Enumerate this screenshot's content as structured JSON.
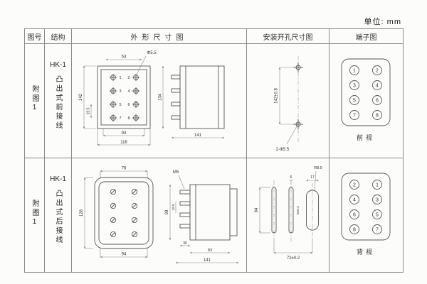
{
  "unit_label": "单位: mm",
  "headers": [
    "图号",
    "结构",
    "外形尺寸图",
    "安装开孔尺寸图",
    "端子图"
  ],
  "rows": [
    {
      "fig_no": "附图1",
      "model": "HK-1",
      "wiring": "凸出式前接线",
      "outline": {
        "top_width": "53",
        "hole": "Φ5.5",
        "height_total": "142",
        "pitch": "19.5",
        "bottom_inner": "94",
        "bottom_outer": "116",
        "side_height": "134",
        "side_depth": "141",
        "nums": [
          "1",
          "2",
          "3",
          "4",
          "5",
          "6",
          "7",
          "8"
        ]
      },
      "mounting": {
        "hole_pitch": "142±0.8",
        "holes": "2-Φ5.5"
      },
      "terminal": {
        "left": [
          "1",
          "3",
          "5",
          "7"
        ],
        "right": [
          "2",
          "4",
          "6",
          "8"
        ],
        "caption": "前视"
      }
    },
    {
      "fig_no": "附图1",
      "model": "HK-1",
      "wiring": "凸出式后接线",
      "outline": {
        "top_width": "76",
        "screw": "M5",
        "height_total": "128",
        "side_height": "98",
        "pitch": "19.5",
        "bottom_width": "94",
        "stud_depth": "30",
        "case_depth": "83",
        "total_depth": "141"
      },
      "mounting": {
        "slot_width": "6",
        "obround_width": "17",
        "radius": "R8.5",
        "height": "94",
        "slot_len": "9±0.2",
        "hole_pitch": "72±0.2"
      },
      "terminal": {
        "left": [
          "2",
          "4",
          "6",
          "8"
        ],
        "right": [
          "1",
          "3",
          "5",
          "7"
        ],
        "caption": "背视"
      }
    }
  ]
}
